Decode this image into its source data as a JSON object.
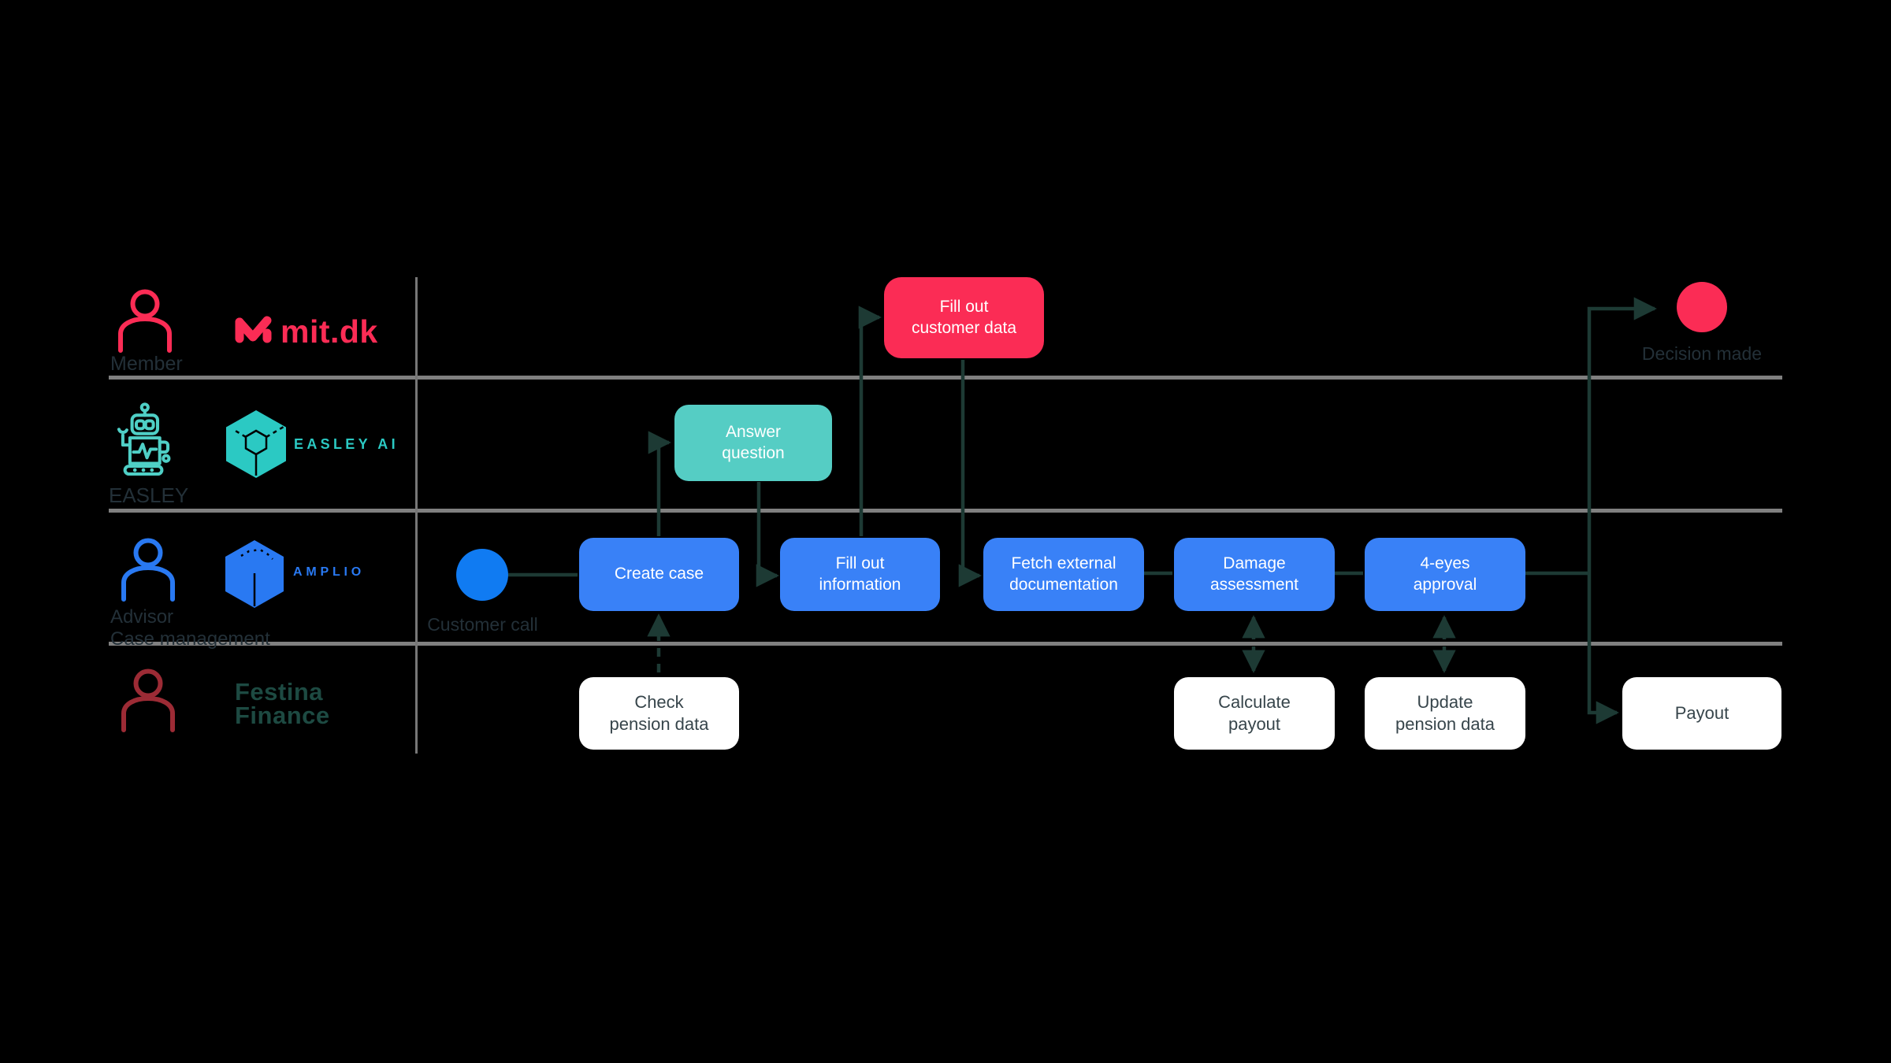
{
  "diagram": {
    "lanes": [
      {
        "label": "Member",
        "logo_text": "mit.dk"
      },
      {
        "label": "EASLEY",
        "logo_text": "EASLEY AI"
      },
      {
        "label_line1": "Advisor",
        "label_line2": "Case management",
        "logo_text": "AMPLIO"
      },
      {
        "logo_line1": "Festina",
        "logo_line2": "Finance"
      }
    ],
    "events": {
      "customer_call": {
        "label": "Customer call"
      },
      "decision_made": {
        "label": "Decision made"
      }
    },
    "tasks": {
      "create_case": {
        "line1": "Create case"
      },
      "answer_question": {
        "line1": "Answer",
        "line2": "question"
      },
      "fill_out_customer_data": {
        "line1": "Fill out",
        "line2": "customer data"
      },
      "fill_out_information": {
        "line1": "Fill out",
        "line2": "information"
      },
      "fetch_external_documentation": {
        "line1": "Fetch external",
        "line2": "documentation"
      },
      "damage_assessment": {
        "line1": "Damage",
        "line2": "assessment"
      },
      "four_eyes_approval": {
        "line1": "4-eyes",
        "line2": "approval"
      },
      "check_pension_data": {
        "line1": "Check",
        "line2": "pension data"
      },
      "calculate_payout": {
        "line1": "Calculate",
        "line2": "payout"
      },
      "update_pension_data": {
        "line1": "Update",
        "line2": "pension data"
      },
      "payout": {
        "line1": "Payout"
      }
    },
    "colors": {
      "background": "#000000",
      "lane_line": "#808080",
      "divider": "#777777",
      "connector": "#1d3a34",
      "task_blue": "#3981f7",
      "event_blue": "#107bf2",
      "task_teal": "#55cdc4",
      "task_red": "#fb2c55",
      "event_red": "#fb2c55",
      "task_white": "#ffffff",
      "task_text_light": "#ffffff",
      "task_text_dark": "#37454b",
      "label_dark": "#233038",
      "member_accent": "#fb2c55",
      "easley_accent": "#2bc9c3",
      "robot_accent": "#4fcfc6",
      "amplio_accent": "#2979f2",
      "festina_icon": "#9c2b35",
      "festina_text": "#1d4a42"
    }
  }
}
